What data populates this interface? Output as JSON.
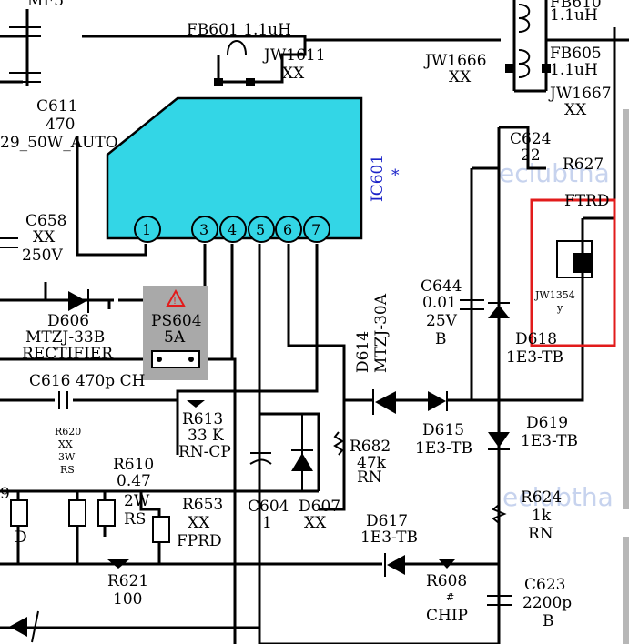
{
  "ic": {
    "ref": "IC601",
    "mark": "*",
    "pins": [
      "1",
      "3",
      "4",
      "5",
      "6",
      "7"
    ],
    "fill": "#33d6e6"
  },
  "watermark": [
    "eclubtha",
    "eclubtha"
  ],
  "highlight_color": "#e21b1b",
  "fuse_bg": "#a9a9a9",
  "warning_icon": "warning-triangle-icon",
  "labels": {
    "top_left_partial": "MF5",
    "fb601": "FB601 1.1uH",
    "jw1611": "JW1611",
    "jw1611_val": "XX",
    "jw1666": "JW1666",
    "jw1666_val": "XX",
    "fb610": "FB610",
    "fb610_val": "1.1uH",
    "fb605": "FB605",
    "fb605_val": "1.1uH",
    "jw1667": "JW1667",
    "jw1667_val": "XX",
    "c611": "C611",
    "c611_val": "470",
    "c611_rating": "29_50W_AUTO",
    "c624": "C624",
    "c624_val": "22",
    "r627": "R627",
    "r627_sub": "FTRD",
    "c658": "C658",
    "c658_val": "XX",
    "c658_rating": "250V",
    "c644": "C644",
    "c644_val": "0.01",
    "c644_rating": "25V",
    "c644_code": "B",
    "jw1xx": "JW1354",
    "jw1xx_val": "y",
    "d618": "D618",
    "d618_val": "1E3-TB",
    "d606": "D606",
    "d606_val": "MTZJ-33B",
    "d606_type": "RECTIFIER",
    "ps604": "PS604",
    "ps604_val": "5A",
    "d614": "D614",
    "d614_val": "MTZJ-30A",
    "c616": "C616 470p CH",
    "r613": "R613",
    "r613_val": "33 K",
    "r613_type": "RN-CP",
    "d615": "D615",
    "d615_val": "1E3-TB",
    "d619": "D619",
    "d619_val": "1E3-TB",
    "r620": "R620",
    "r620_val": "XX",
    "r620_w": "3W",
    "r620_type": "RS",
    "r610": "R610",
    "r610_val": "0.47",
    "r610_w": "2W",
    "r610_type": "RS",
    "r682": "R682",
    "r682_val": "47k",
    "r682_type": "RN",
    "r624": "R624",
    "r624_val": "1k",
    "r624_type": "RN",
    "left_partial_a": "9",
    "left_partial_b": "D",
    "r653": "R653",
    "r653_val": "XX",
    "r653_type": "FPRD",
    "c604": "C604",
    "c604_val": "1",
    "d607": "D607",
    "d607_val": "XX",
    "d617": "D617",
    "d617_val": "1E3-TB",
    "r621": "R621",
    "r621_val": "100",
    "r608": "R608",
    "r608_val": "#",
    "r608_type": "CHIP",
    "c623": "C623",
    "c623_val": "2200p",
    "c623_code": "B"
  }
}
